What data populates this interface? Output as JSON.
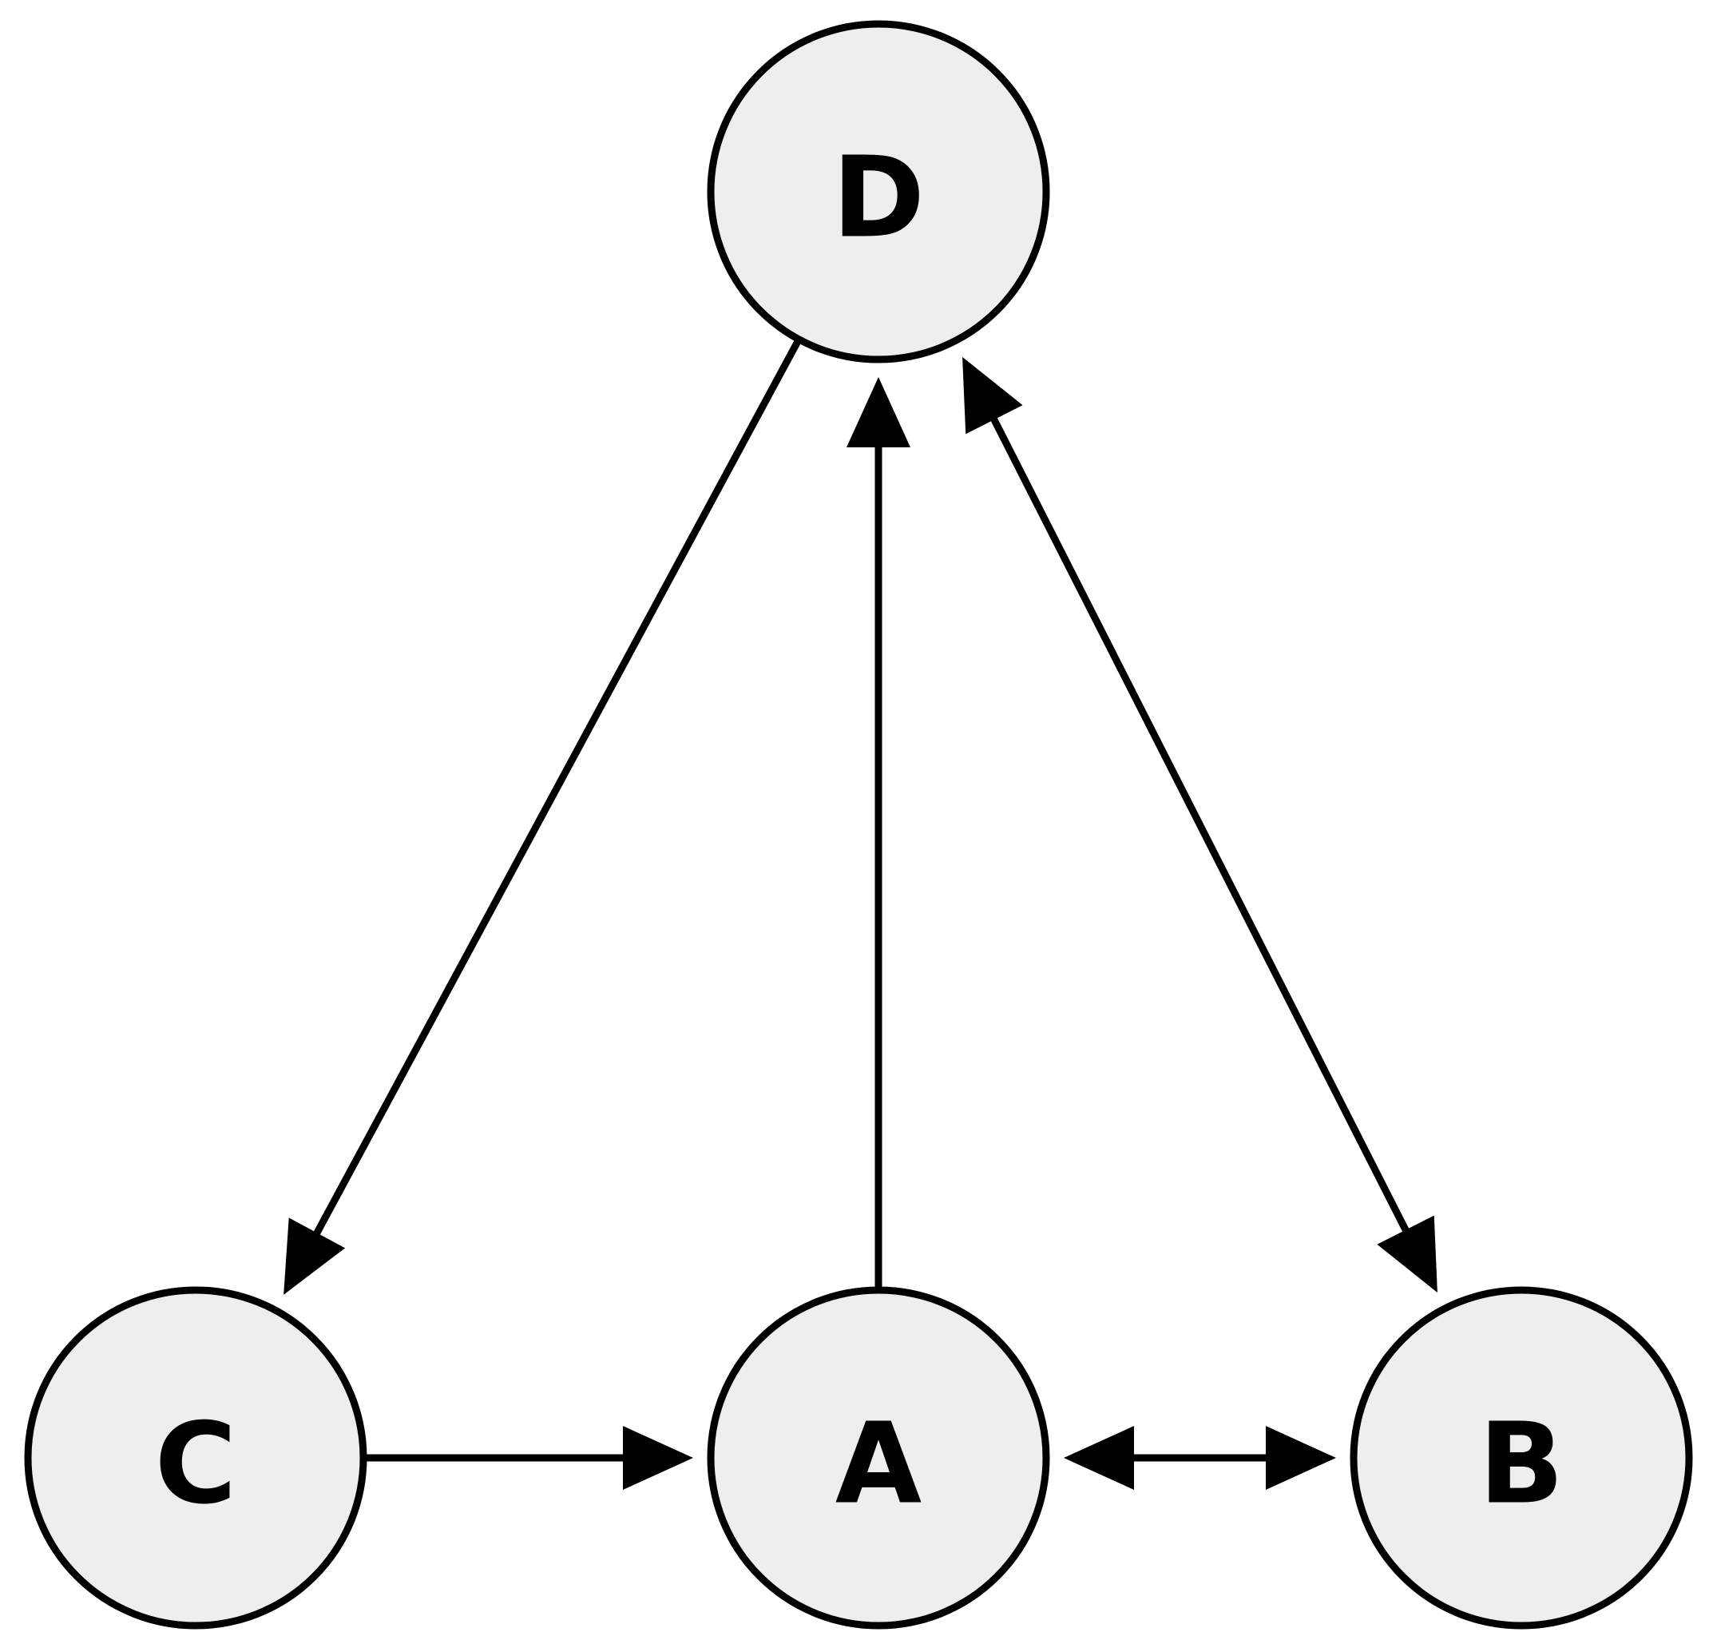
{
  "diagram": {
    "nodes": [
      {
        "id": "D",
        "label": "D"
      },
      {
        "id": "C",
        "label": "C"
      },
      {
        "id": "A",
        "label": "A"
      },
      {
        "id": "B",
        "label": "B"
      }
    ],
    "edges": [
      {
        "from": "D",
        "to": "C",
        "direction": "forward"
      },
      {
        "from": "A",
        "to": "D",
        "direction": "forward"
      },
      {
        "from": "D",
        "to": "B",
        "direction": "both"
      },
      {
        "from": "C",
        "to": "A",
        "direction": "forward"
      },
      {
        "from": "A",
        "to": "B",
        "direction": "both"
      }
    ],
    "colors": {
      "node_fill": "#eeeeee",
      "stroke": "#000000",
      "background": "#ffffff"
    }
  }
}
